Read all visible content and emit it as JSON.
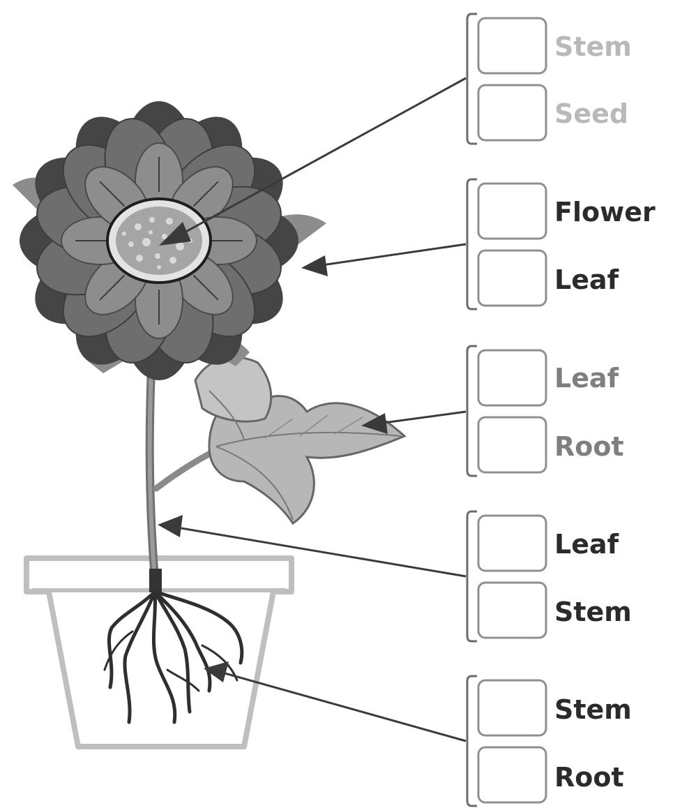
{
  "question_groups": [
    {
      "choices": [
        {
          "label": "Stem",
          "emphasis": "muted"
        },
        {
          "label": "Seed",
          "emphasis": "muted"
        }
      ],
      "points_to": "flower center"
    },
    {
      "choices": [
        {
          "label": "Flower",
          "emphasis": "dark"
        },
        {
          "label": "Leaf",
          "emphasis": "dark"
        }
      ],
      "points_to": "petals"
    },
    {
      "choices": [
        {
          "label": "Leaf",
          "emphasis": "mid"
        },
        {
          "label": "Root",
          "emphasis": "mid"
        }
      ],
      "points_to": "leaf"
    },
    {
      "choices": [
        {
          "label": "Leaf",
          "emphasis": "dark"
        },
        {
          "label": "Stem",
          "emphasis": "dark"
        }
      ],
      "points_to": "stem"
    },
    {
      "choices": [
        {
          "label": "Stem",
          "emphasis": "dark"
        },
        {
          "label": "Root",
          "emphasis": "dark"
        }
      ],
      "points_to": "roots"
    }
  ],
  "colors": {
    "muted": "#b9b9b9",
    "mid": "#7f7f7f",
    "dark": "#2b2b2b",
    "box_border": "#8f8f8f",
    "bracket": "#6b6b6b",
    "arrow": "#3a3a3a",
    "pot": "#bfbfbf"
  }
}
